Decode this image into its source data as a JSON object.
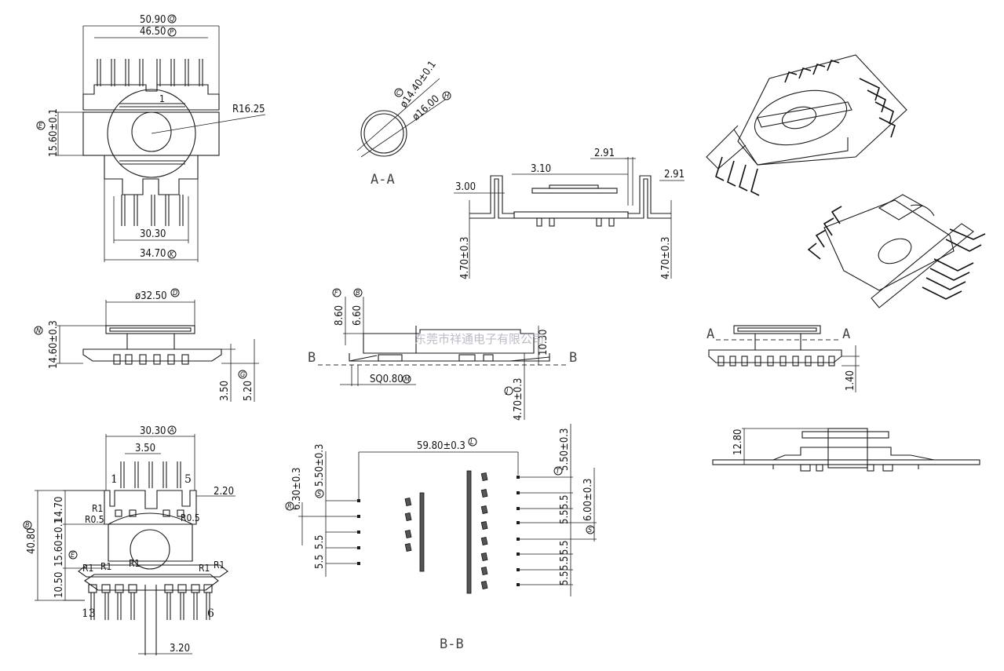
{
  "dims": {
    "w5090": "50.90",
    "w4650": "46.50",
    "r1625": "R16.25",
    "h1560a": "15.60±0.1",
    "w3030a": "30.30",
    "w3470": "34.70",
    "d1440": "ø14.40±0.1",
    "d1600": "ø16.00",
    "w291a": "2.91",
    "w310": "3.10",
    "w300": "3.00",
    "w291b": "2.91",
    "h470a": "4.70±0.3",
    "h470b": "4.70±0.3",
    "d3250": "ø32.50",
    "h1460": "14.60±0.3",
    "h350": "3.50",
    "h520": "5.20",
    "h860": "8.60",
    "h660": "6.60",
    "h1030": "10.30",
    "sq080": "SQ0.80",
    "h470c": "4.70±0.3",
    "h140": "1.40",
    "h1280": "12.80",
    "w3030b": "30.30",
    "w350": "3.50",
    "w220": "2.20",
    "h1470": "14.70",
    "h4080": "40.80",
    "h1560b": "15.60±0.1",
    "h1050": "10.50",
    "w320": "3.20",
    "r1": "R1",
    "r05": "R0.5",
    "w5980": "59.80±0.3",
    "h550a": "5.50±0.3",
    "h630": "6.30±0.3",
    "h550b": "5.50±0.3",
    "h600": "6.00±0.3",
    "p55a": "5.5",
    "p55b": "5.5",
    "p55c": "5.5",
    "p55d": "5.5",
    "p55e": "5.5",
    "p55f": "5.5",
    "p55g": "5.5"
  },
  "labels": {
    "section_aa": "A-A",
    "section_bb": "B-B",
    "a_left": "A",
    "a_right": "A",
    "b_left": "B",
    "b_right": "B",
    "pin1": "1",
    "pin5": "5",
    "pin13": "13",
    "pin6": "6",
    "top_mark": "1"
  },
  "callouts": {
    "c_w5090": "Q",
    "c_w4650": "P",
    "c_h1560a": "E",
    "c_w3470": "K",
    "c_d1440": "C",
    "c_d1600": "H",
    "c_d3250": "D",
    "c_h1460": "N",
    "c_h520": "G",
    "c_h860": "F",
    "c_h660": "B",
    "c_sq080": "M",
    "c_h470c": "J",
    "c_w3030b": "A",
    "c_h4080": "B",
    "c_h1560b": "E",
    "c_w5980": "L",
    "c_h550a": "T",
    "c_h630": "R",
    "c_h550b": "S",
    "c_h600": "S"
  },
  "watermark": "东莞市祥通电子有限公司"
}
